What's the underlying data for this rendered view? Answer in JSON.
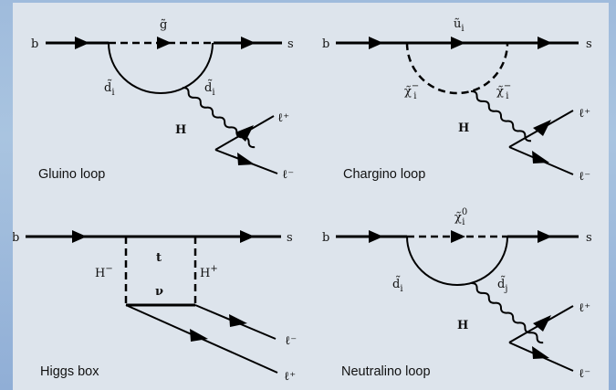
{
  "diagrams": [
    {
      "caption": "Gluino loop",
      "in_quark": "b",
      "out_quark": "s",
      "top_particle": "g̃",
      "left_particle": "d̃",
      "left_sub": "i",
      "right_particle": "d̃",
      "right_sub": "i",
      "boson": "H",
      "lepton_plus": "ℓ⁺",
      "lepton_minus": "ℓ⁻"
    },
    {
      "caption": "Chargino loop",
      "in_quark": "b",
      "out_quark": "s",
      "top_particle": "ũ",
      "top_sub": "i",
      "left_particle": "χ̃",
      "left_sub": "i",
      "left_sup": "−",
      "right_particle": "χ̃",
      "right_sub": "i",
      "right_sup": "−",
      "boson": "H",
      "lepton_plus": "ℓ⁺",
      "lepton_minus": "ℓ⁻"
    },
    {
      "caption": "Higgs box",
      "in_quark": "b",
      "out_quark": "s",
      "top_particle": "t",
      "bottom_particle": "ν",
      "left_particle": "H",
      "left_sup": "−",
      "right_particle": "H",
      "right_sup": "+",
      "lepton_minus": "ℓ⁻",
      "lepton_plus": "ℓ⁺"
    },
    {
      "caption": "Neutralino loop",
      "in_quark": "b",
      "out_quark": "s",
      "top_particle": "χ̃",
      "top_sub": "i",
      "top_sup": "0",
      "left_particle": "d̃",
      "left_sub": "i",
      "right_particle": "d̃",
      "right_sub": "j",
      "boson": "H",
      "lepton_plus": "ℓ⁺",
      "lepton_minus": "ℓ⁻"
    }
  ]
}
